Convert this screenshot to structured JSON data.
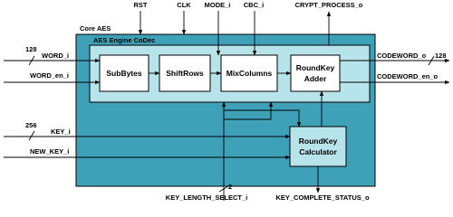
{
  "colors": {
    "core_fill": "#3fa1b8",
    "engine_fill": "#b7e3ea",
    "block_fill": "#ffffff",
    "calc_fill": "#b7e3ea",
    "line": "#000000"
  },
  "core": {
    "label": "Core AES"
  },
  "engine": {
    "label": "AES Engine CoDec"
  },
  "blocks": {
    "subbytes": "SubBytes",
    "shiftrows": "ShiftRows",
    "mixcolumns": "MixColumns",
    "roundkey_adder": [
      "RoundKey",
      "Adder"
    ],
    "roundkey_calc": [
      "RoundKey",
      "Calculator"
    ]
  },
  "signals": {
    "top": {
      "rst": "RST",
      "clk": "CLK",
      "mode": "MODE_i",
      "cbc": "CBC_i",
      "crypt_process": "CRYPT_PROCESS_o"
    },
    "left": {
      "word": "WORD_i",
      "word_width": "128",
      "word_en": "WORD_en_i",
      "key": "KEY_i",
      "key_width": "256",
      "new_key": "NEW_KEY_i"
    },
    "right": {
      "codeword": "CODEWORD_o",
      "codeword_width": "128",
      "codeword_en": "CODEWORD_en_o"
    },
    "bottom": {
      "key_length": "KEY_LENGTH_SELECT_i",
      "key_length_width": "2",
      "key_complete": "KEY_COMPLETE_STATUS_o"
    }
  }
}
